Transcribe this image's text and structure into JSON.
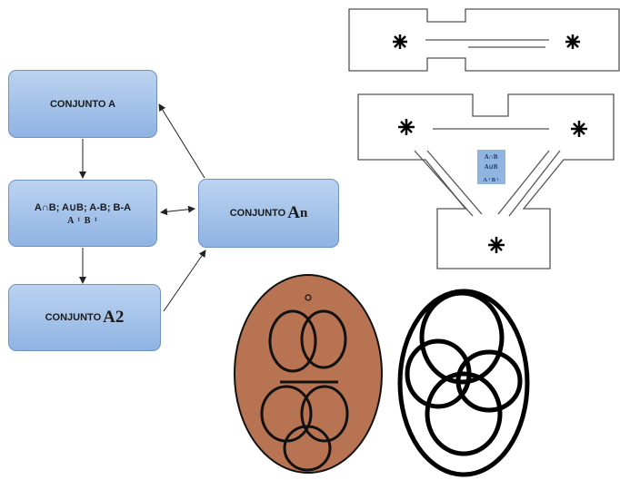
{
  "flowchart": {
    "box_a": "CONJUNTO A",
    "box_ops_line1": "A∩B; A∪B; A-B; B-A",
    "box_ops_line2": "A ¹ B ¹",
    "box_an_prefix": "CONJUNTO",
    "box_an_base": "A",
    "box_an_exp": "n",
    "box_a2_prefix": "CONJUNTO",
    "box_a2_symbol": "A2"
  },
  "maze_labels": {
    "line1": "A∩B",
    "line2": "A∪B",
    "line3": "A ¹ B ¹"
  },
  "colors": {
    "box_fill": "#9fbfe8",
    "pendant_fill": "#b87352",
    "outline": "#000000"
  }
}
